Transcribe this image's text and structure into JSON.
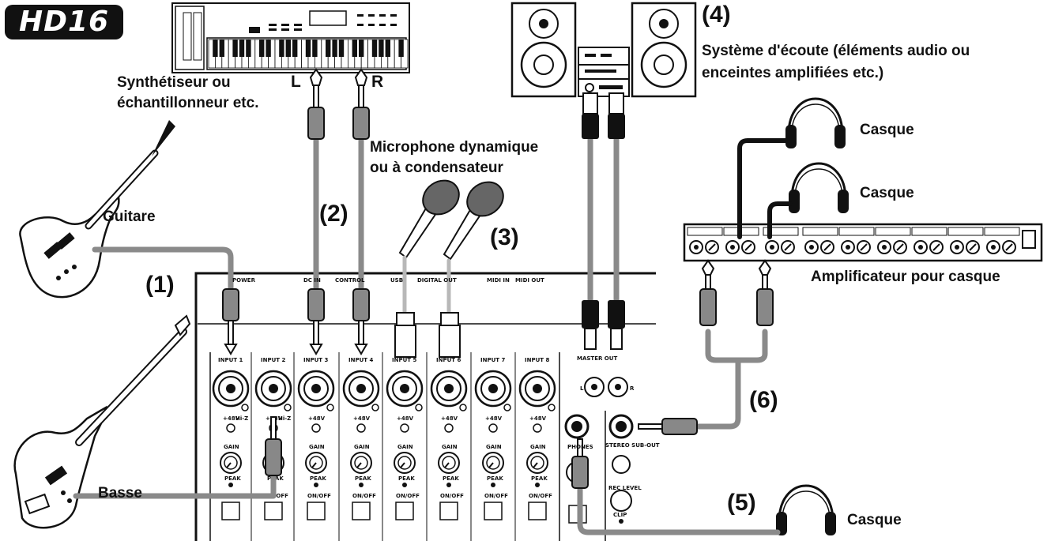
{
  "logo": "HD16",
  "labels": {
    "synth": [
      "Synthétiseur ou",
      "échantillonneur etc."
    ],
    "left": "L",
    "right": "R",
    "guitar": "Guitare",
    "bass": "Basse",
    "mic": [
      "Microphone dynamique",
      "ou à condensateur"
    ],
    "listening": [
      "Système d'écoute (éléments audio ou",
      "enceintes amplifiées etc.)"
    ],
    "headphones": "Casque",
    "hp_amp": "Amplificateur pour casque"
  },
  "numbers": [
    "(1)",
    "(2)",
    "(3)",
    "(4)",
    "(5)",
    "(6)"
  ],
  "panel": {
    "rear": [
      "POWER",
      "DC IN",
      "CONTROL",
      "USB",
      "DIGITAL OUT",
      "MIDI IN",
      "MIDI OUT"
    ],
    "inputs": [
      "INPUT 1",
      "INPUT 2",
      "INPUT 3",
      "INPUT 4",
      "INPUT 5",
      "INPUT 6",
      "INPUT 7",
      "INPUT 8"
    ],
    "phantom": "+48V",
    "hiz": "Hi-Z",
    "gain": "GAIN",
    "peak": "PEAK",
    "onoff": "ON/OFF",
    "master_out": "MASTER OUT",
    "phones": "PHONES",
    "stereo_sub_out": "STEREO SUB-OUT",
    "rec_level": "REC LEVEL",
    "clip": "CLIP",
    "l": "L",
    "r": "R"
  }
}
